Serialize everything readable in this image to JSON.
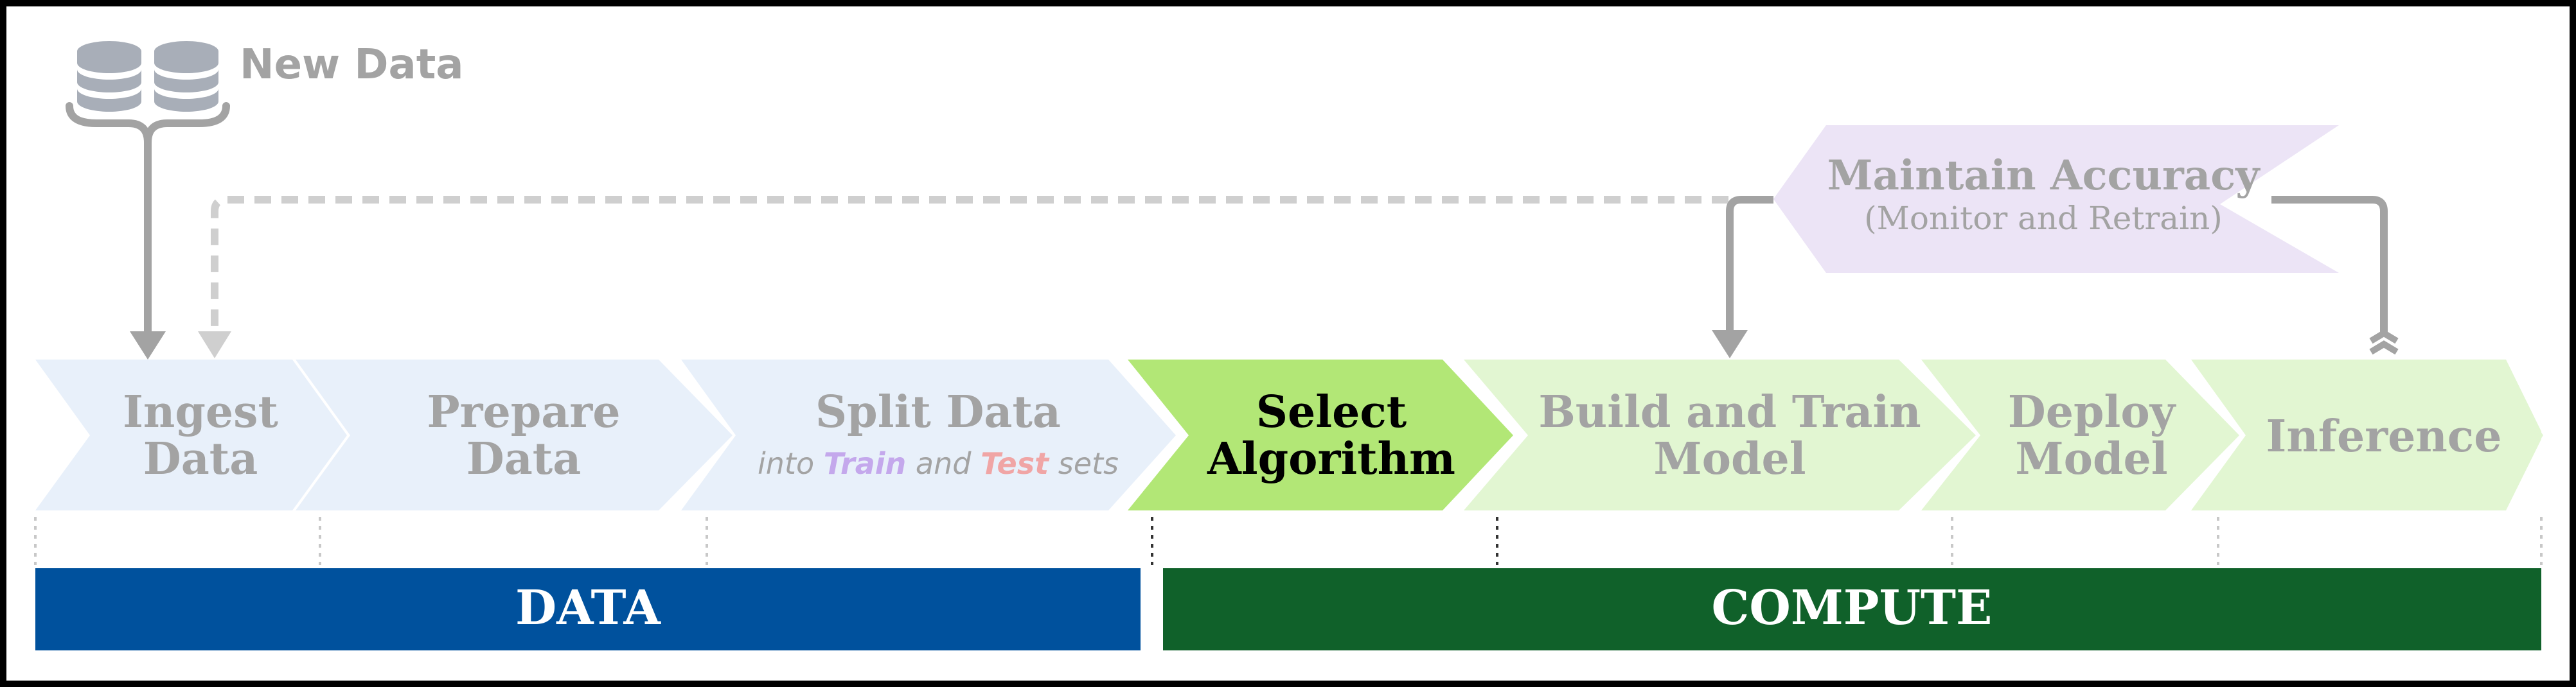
{
  "source": {
    "label": "New Data"
  },
  "feedback": {
    "title": "Maintain Accuracy",
    "subtitle": "(Monitor and Retrain)"
  },
  "steps": [
    {
      "line1": "Ingest",
      "line2": "Data"
    },
    {
      "line1": "Prepare",
      "line2": "Data"
    },
    {
      "line1": "Split Data",
      "sub_prefix": "into ",
      "sub_train": "Train",
      "sub_mid": " and ",
      "sub_test": "Test",
      "sub_suffix": " sets"
    },
    {
      "line1": "Select",
      "line2": "Algorithm"
    },
    {
      "line1": "Build and Train",
      "line2": "Model"
    },
    {
      "line1": "Deploy",
      "line2": "Model"
    },
    {
      "line1": "Inference"
    }
  ],
  "phases": {
    "data": "DATA",
    "compute": "COMPUTE"
  },
  "colors": {
    "data_step": "#e8f0fa",
    "compute_step": "#e2f6d2",
    "active_step": "#b2e776",
    "feedback_fill": "#ece4f6",
    "data_bar": "#00519d",
    "compute_bar": "#10612a",
    "muted_text": "#a3a3a3",
    "train_text": "#c4a8ec",
    "test_text": "#f0a5a5",
    "arrow": "#a3a3a3",
    "dashed_arrow": "#cfcfcf",
    "db_icon": "#a8aeb8"
  }
}
